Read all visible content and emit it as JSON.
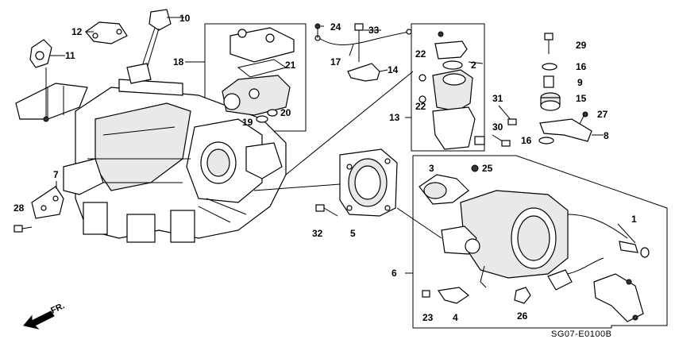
{
  "diagram": {
    "callouts": [
      "1",
      "2",
      "3",
      "4",
      "5",
      "6",
      "7",
      "8",
      "9",
      "10",
      "11",
      "12",
      "13",
      "14",
      "15",
      "16",
      "16",
      "17",
      "18",
      "19",
      "20",
      "21",
      "22",
      "22",
      "23",
      "24",
      "25",
      "26",
      "27",
      "28",
      "29",
      "30",
      "31",
      "32",
      "33"
    ],
    "drawing_code": "SG07-E0100B",
    "direction_label": "FR."
  }
}
